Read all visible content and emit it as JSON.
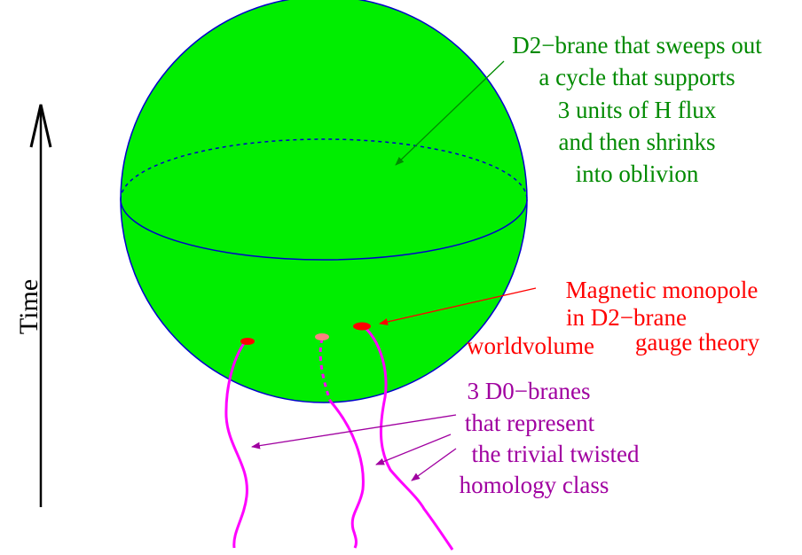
{
  "colors": {
    "sphere_fill": "#00ee00",
    "sphere_stroke": "#0000cc",
    "green_text": "#008a00",
    "red": "#ff0000",
    "magenta": "#ff00ff",
    "purple": "#a000a0",
    "salmon": "#ff8080",
    "black": "#000000"
  },
  "time_axis": {
    "label": "Time"
  },
  "d2_label": {
    "lines": [
      "D2−brane that sweeps out",
      "a cycle that supports",
      "3 units of H flux",
      "and then shrinks",
      "into oblivion"
    ]
  },
  "monopole_label": {
    "lines": [
      "Magnetic monopole",
      "in D2−brane",
      "worldvolume",
      "gauge theory"
    ]
  },
  "d0_label": {
    "lines": [
      "3 D0−branes",
      "that represent",
      "the trivial twisted",
      "homology class"
    ]
  }
}
